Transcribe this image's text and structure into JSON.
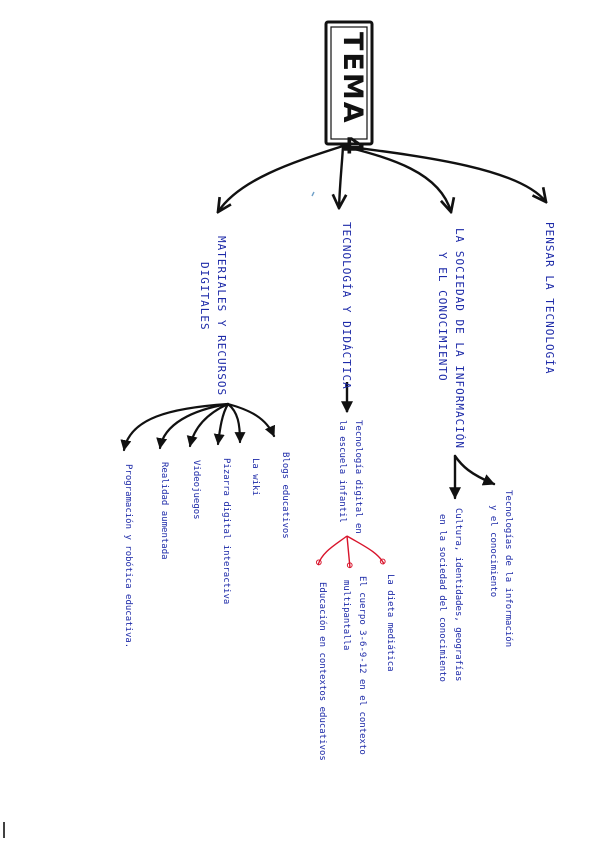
{
  "colors": {
    "ink": "#111111",
    "blue": "#1d2aa8",
    "red": "#d8142b",
    "paper": "#ffffff"
  },
  "title": "TEMA 4",
  "branches": {
    "pensar": "PENSAR LA TECNOLOGÍA",
    "sociedad": {
      "line1": "LA SOCIEDAD DE LA INFORMACIÓN",
      "line2": "Y EL CONOCIMIENTO"
    },
    "tecnologia": "TECNOLOGÍA Y DIDÁCTICA",
    "materiales": {
      "line1": "MATERIALES Y RECURSOS",
      "line2": "DIGITALES"
    }
  },
  "sociedad_children": {
    "tecnologias": {
      "line1": "Tecnologías de la información",
      "line2": "y el conocimiento"
    },
    "cultura": {
      "line1": "Cultura, identidades, geografías",
      "line2": "en la sociedad del conocimiento"
    }
  },
  "tecnologia_child": {
    "line1": "Tecnología digital en",
    "line2": "la escuela infantil"
  },
  "tecnologia_grandchildren": {
    "dieta": "La dieta mediática",
    "aula": {
      "line1": "El cuerpo 3-6-9-12 en el contexto",
      "line2": "multipantalla"
    },
    "educacion": "Educación en contextos educativos"
  },
  "materiales_children": [
    "Blogs educativos",
    "La wiki",
    "Pizarra digital interactiva",
    "Videojuegos",
    "Realidad aumentada",
    "Programación y robótica educativa."
  ]
}
